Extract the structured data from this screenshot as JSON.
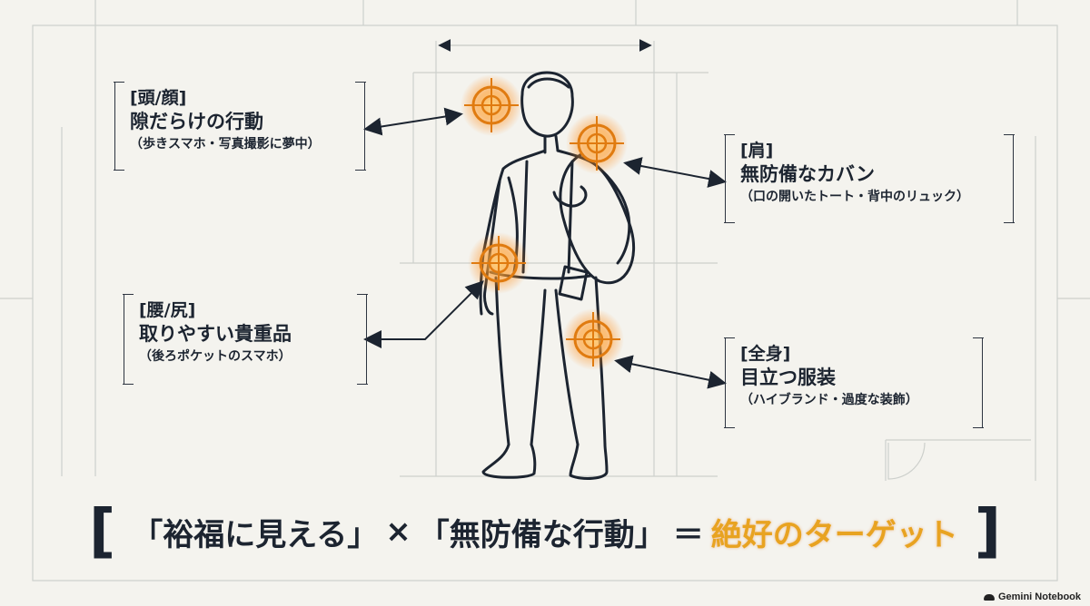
{
  "callouts": {
    "head": {
      "tag": "[頭/顔]",
      "title": "隙だらけの行動",
      "note": "（歩きスマホ・写真撮影に夢中）"
    },
    "shoulder": {
      "tag": "[肩]",
      "title": "無防備なカバン",
      "note": "（口の開いたトート・背中のリュック）"
    },
    "hip": {
      "tag": "[腰/尻]",
      "title": "取りやすい貴重品",
      "note": "（後ろポケットのスマホ）"
    },
    "body": {
      "tag": "[全身]",
      "title": "目立つ服装",
      "note": "（ハイブランド・過度な装飾）"
    }
  },
  "formula": {
    "open_bracket": "[",
    "part1": "「裕福に見える」",
    "times": "×",
    "part2": "「無防備な行動」",
    "equals": "＝",
    "result": "絶好のターゲット",
    "close_bracket": "]"
  },
  "credit": {
    "text": "Gemini Notebook"
  },
  "colors": {
    "target_orange": "#f08a1c",
    "ink": "#1c2430",
    "blueprint": "#c9ccc9",
    "background": "#f4f3ee",
    "result": "#e8a321"
  }
}
